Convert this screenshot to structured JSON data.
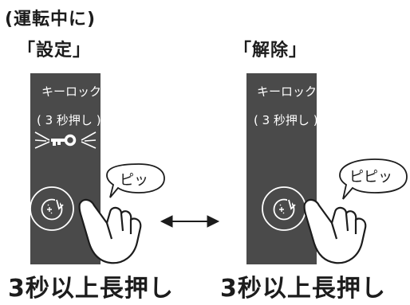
{
  "header": {
    "mode_label": "(運転中に)"
  },
  "set_panel": {
    "title": "「設定」",
    "line1": "キーロック",
    "line2": "( 3 秒押し )",
    "bubble": "ピッ",
    "caption": "3秒以上長押し",
    "icons": [
      "key-icon",
      "lock-button-icon",
      "hand-pointer-icon"
    ]
  },
  "release_panel": {
    "title": "「解除」",
    "line1": "キーロック",
    "line2": "( 3 秒押し )",
    "bubble": "ピピッ",
    "caption": "3秒以上長押し",
    "icons": [
      "lock-button-icon",
      "hand-pointer-icon"
    ]
  },
  "connector": {
    "icon": "double-arrow-icon"
  },
  "colors": {
    "panel": "#4a4a4a",
    "text": "#1c1c1c",
    "panel_text": "#ffffff"
  }
}
